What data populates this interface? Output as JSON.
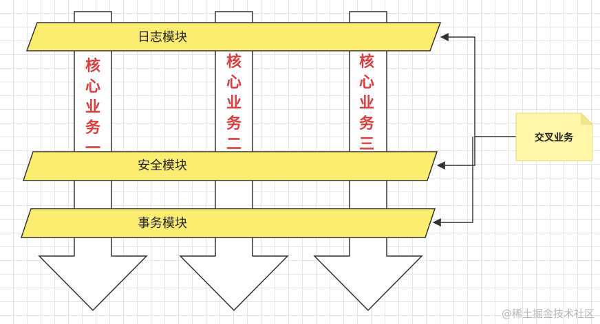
{
  "modules": [
    {
      "label": "日志模块"
    },
    {
      "label": "安全模块"
    },
    {
      "label": "事务模块"
    }
  ],
  "core_businesses": [
    {
      "chars": [
        "核",
        "心",
        "业",
        "务",
        "一"
      ]
    },
    {
      "chars": [
        "核",
        "心",
        "业",
        "务",
        "二"
      ]
    },
    {
      "chars": [
        "核",
        "心",
        "业",
        "务",
        "三"
      ]
    }
  ],
  "cross_note": {
    "label": "交叉业务"
  },
  "watermark": {
    "text": "@稀土掘金技术社区"
  },
  "colors": {
    "module_fill": "#fbee6f",
    "module_stroke": "#333333",
    "note_fill": "#fff6a8",
    "core_text": "#e03a3a",
    "connector": "#333333"
  }
}
